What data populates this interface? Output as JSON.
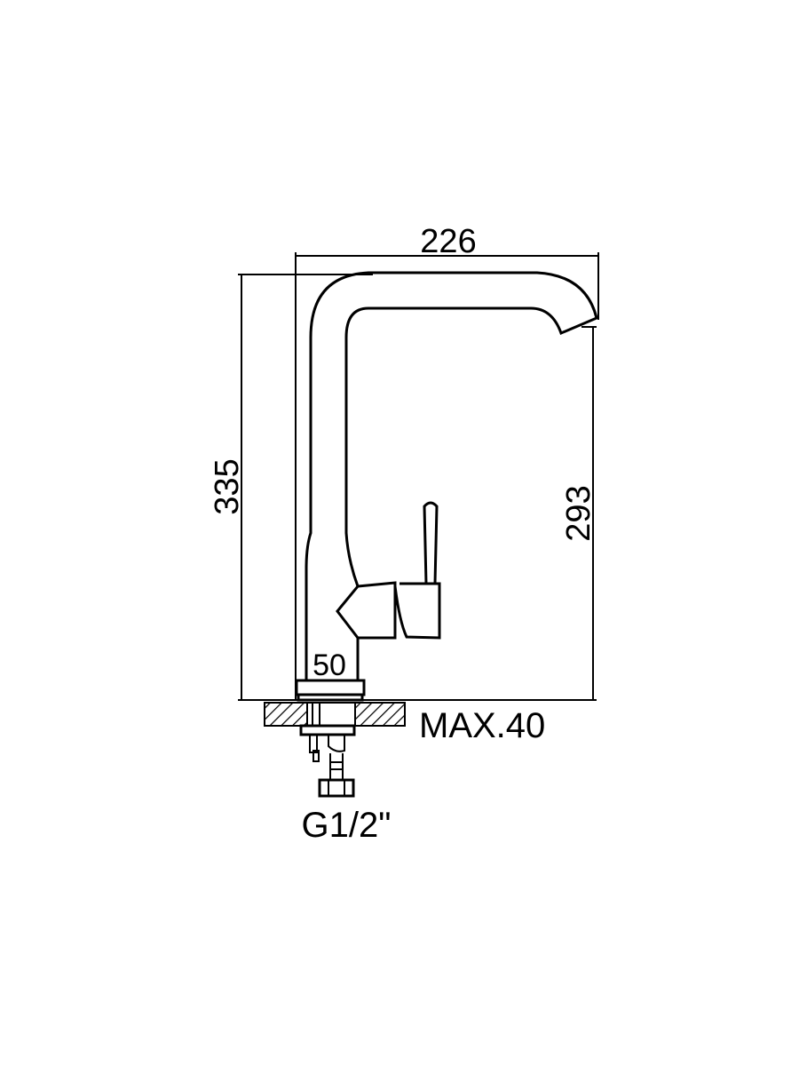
{
  "title": "Kitchen faucet dimension drawing",
  "dimensions": {
    "spout_reach": "226",
    "total_height": "335",
    "spout_height": "293",
    "base_diameter": "50",
    "max_counter_thickness": "MAX.40",
    "connection_thread": "G1/2\""
  },
  "colors": {
    "line": "#000000",
    "background": "#ffffff"
  }
}
